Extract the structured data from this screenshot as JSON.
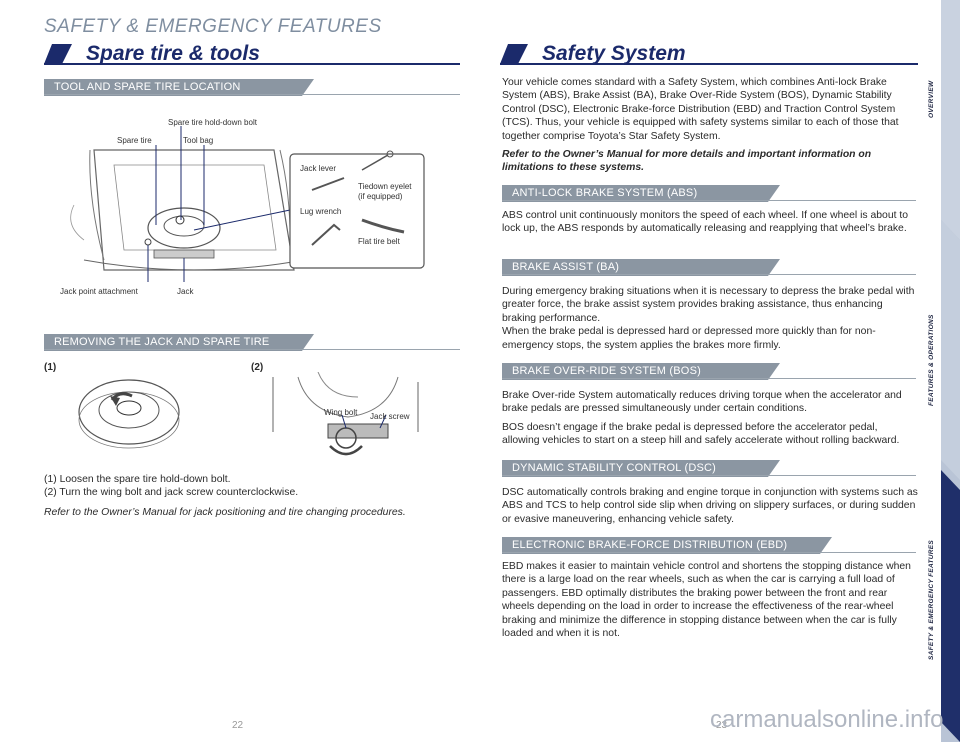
{
  "header": {
    "section_title": "SAFETY & EMERGENCY FEATURES"
  },
  "left": {
    "title": "Spare tire & tools",
    "tool_location_pill": "TOOL AND SPARE TIRE LOCATION",
    "trunk_labels": {
      "spare_tire": "Spare tire",
      "hold_down_bolt": "Spare tire hold-down bolt",
      "tool_bag": "Tool bag",
      "jack_point": "Jack point attachment",
      "jack": "Jack"
    },
    "tool_labels": {
      "jack_lever": "Jack lever",
      "tiedown_eyelet": "Tiedown eyelet",
      "if_equipped": "(if equipped)",
      "lug_wrench": "Lug wrench",
      "flat_tire_belt": "Flat tire belt"
    },
    "removing_pill": "REMOVING THE JACK AND SPARE TIRE",
    "step1_label": "(1)",
    "step2_label": "(2)",
    "wing_bolt": "Wing bolt",
    "jack_screw": "Jack screw",
    "instructions": [
      "(1) Loosen the spare tire hold-down bolt.",
      "(2) Turn the wing bolt and jack screw counterclockwise."
    ],
    "note": "Refer to the Owner’s Manual for jack positioning and tire changing procedures.",
    "page_number": "22"
  },
  "right": {
    "title": "Safety System",
    "intro": "Your vehicle comes standard with a Safety System, which combines Anti-lock Brake System (ABS), Brake Assist (BA), Brake Over-Ride System (BOS), Dynamic Stability Control (DSC), Electronic Brake-force Distribution (EBD) and Traction Control System (TCS). Thus, your vehicle is equipped with safety systems similar to each of those that together comprise Toyota’s Star Safety System.",
    "intro_note": "Refer to the Owner’s Manual for more details and important information on limitations to these systems.",
    "sections": [
      {
        "pill": "ANTI-LOCK BRAKE SYSTEM (ABS)",
        "paragraphs": [
          "ABS control unit continuously monitors the speed of each wheel. If one wheel is about to lock up, the ABS responds by automatically releasing and reapplying that wheel’s brake."
        ]
      },
      {
        "pill": "BRAKE ASSIST (BA)",
        "paragraphs": [
          "During emergency braking situations when it is necessary to depress the brake pedal with greater force, the brake assist system provides braking assistance, thus enhancing braking performance.",
          "When the brake pedal is depressed hard or depressed more quickly than for non-emergency stops, the system applies the brakes more firmly."
        ]
      },
      {
        "pill": "BRAKE OVER-RIDE SYSTEM (BOS)",
        "paragraphs": [
          "Brake Over-ride System automatically reduces driving torque when the accelerator and brake pedals are pressed simultaneously under certain conditions.",
          "BOS doesn’t engage if the brake pedal is depressed before the accelerator pedal, allowing vehicles to start on a steep hill and safely accelerate without rolling backward."
        ]
      },
      {
        "pill": "DYNAMIC STABILITY CONTROL (DSC)",
        "paragraphs": [
          "DSC automatically controls braking and engine torque in conjunction with systems such as ABS and TCS to help control side slip when driving on slippery surfaces, or during sudden or evasive maneuvering, enhancing vehicle safety."
        ]
      },
      {
        "pill": "ELECTRONIC BRAKE-FORCE DISTRIBUTION (EBD)",
        "paragraphs": [
          "EBD makes it easier to maintain vehicle control and shortens the stopping distance when there is a large load on the rear wheels, such as when the car is carrying a full load of passengers. EBD optimally distributes the braking power between the front and rear wheels depending on the load in order to increase the effectiveness of the rear-wheel braking and minimize the difference in stopping distance between when the car is fully loaded and when it is not."
        ]
      }
    ],
    "page_number": "23"
  },
  "sidebar": {
    "tabs": [
      "OVERVIEW",
      "FEATURES & OPERATIONS",
      "SAFETY & EMERGENCY FEATURES"
    ]
  },
  "watermark": "carmanualsonline.info",
  "colors": {
    "title_blue": "#1b2a6b",
    "pill_gray": "#8b96a2",
    "sidebar_blue": "#b9c4d6",
    "active_tab": "#1f2f6a"
  }
}
